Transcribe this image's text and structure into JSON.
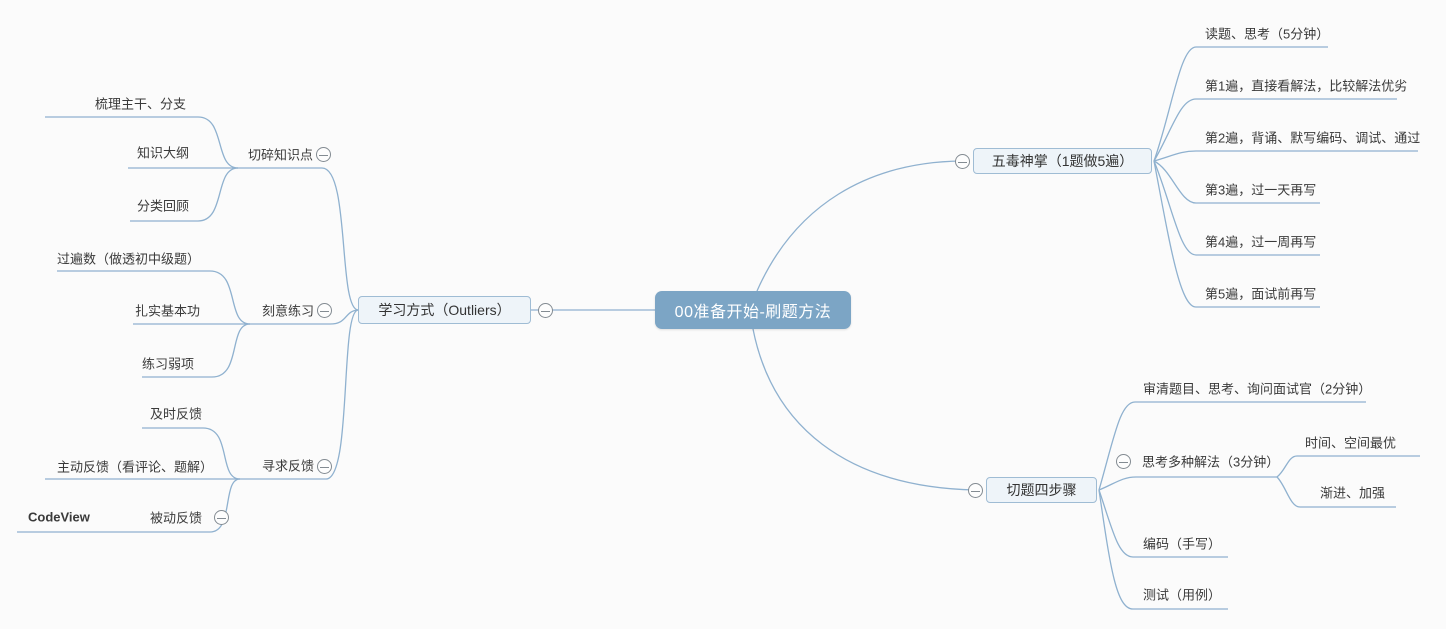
{
  "root": {
    "label": "00准备开始-刷题方法"
  },
  "colors": {
    "root_fill": "#7ca5c5",
    "branch_line": "#8fb1cf",
    "box_fill": "#eef4f9",
    "box_border": "#9fbcd4",
    "background": "#fbfbfb"
  },
  "left_branch": {
    "label": "学习方式（Outliers）",
    "children": [
      {
        "label": "切碎知识点",
        "children": [
          {
            "label": "梳理主干、分支"
          },
          {
            "label": "知识大纲"
          },
          {
            "label": "分类回顾"
          }
        ]
      },
      {
        "label": "刻意练习",
        "children": [
          {
            "label": "过遍数（做透初中级题）"
          },
          {
            "label": "扎实基本功"
          },
          {
            "label": "练习弱项"
          }
        ]
      },
      {
        "label": "寻求反馈",
        "children": [
          {
            "label": "及时反馈"
          },
          {
            "label": "主动反馈（看评论、题解）"
          },
          {
            "label": "被动反馈",
            "children": [
              {
                "label": "CodeView"
              }
            ]
          }
        ]
      }
    ]
  },
  "right_top_branch": {
    "label": "五毒神掌（1题做5遍）",
    "children": [
      {
        "label": "读题、思考（5分钟）"
      },
      {
        "label": "第1遍，直接看解法，比较解法优劣"
      },
      {
        "label": "第2遍，背诵、默写编码、调试、通过"
      },
      {
        "label": "第3遍，过一天再写"
      },
      {
        "label": "第4遍，过一周再写"
      },
      {
        "label": "第5遍，面试前再写"
      }
    ]
  },
  "right_bottom_branch": {
    "label": "切题四步骤",
    "children": [
      {
        "label": "审清题目、思考、询问面试官（2分钟）"
      },
      {
        "label": "思考多种解法（3分钟）",
        "children": [
          {
            "label": "时间、空间最优"
          },
          {
            "label": "渐进、加强"
          }
        ]
      },
      {
        "label": "编码（手写）"
      },
      {
        "label": "测试（用例）"
      }
    ]
  }
}
